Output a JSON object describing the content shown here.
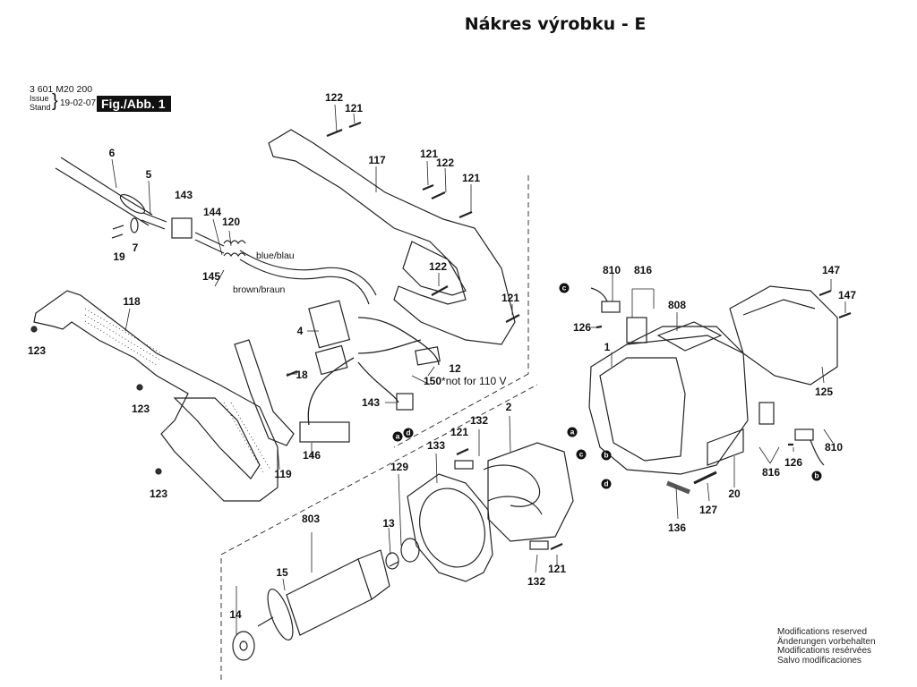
{
  "title": "Nákres výrobku - E",
  "header": {
    "document_number": "3 601 M20 200",
    "issue_label_en": "Issue",
    "issue_label_de": "Stand",
    "issue_date": "19-02-07",
    "figure_label": "Fig./Abb. 1"
  },
  "footer": {
    "modifications": [
      "Modifications reserved",
      "Änderungen vorbehalten",
      "Modifications resérvées",
      "Salvo modificaciones"
    ]
  },
  "wire_labels": {
    "blue": "blue/blau",
    "brown": "brown/braun"
  },
  "notes": {
    "part_150_number": "150",
    "part_150_note": "*not for 110 V"
  },
  "connectors": [
    "a",
    "b",
    "c",
    "d"
  ],
  "parts": {
    "p1": "1",
    "p2": "2",
    "p4": "4",
    "p5": "5",
    "p6": "6",
    "p7": "7",
    "p12": "12",
    "p13": "13",
    "p14": "14",
    "p15": "15",
    "p18": "18",
    "p19": "19",
    "p20": "20",
    "p117": "117",
    "p118": "118",
    "p119": "119",
    "p120": "120",
    "p121": "121",
    "p122": "122",
    "p123": "123",
    "p125": "125",
    "p126": "126",
    "p127": "127",
    "p129": "129",
    "p132": "132",
    "p133": "133",
    "p136": "136",
    "p143": "143",
    "p144": "144",
    "p145": "145",
    "p146": "146",
    "p147": "147",
    "p803": "803",
    "p808": "808",
    "p810": "810",
    "p816": "816"
  }
}
